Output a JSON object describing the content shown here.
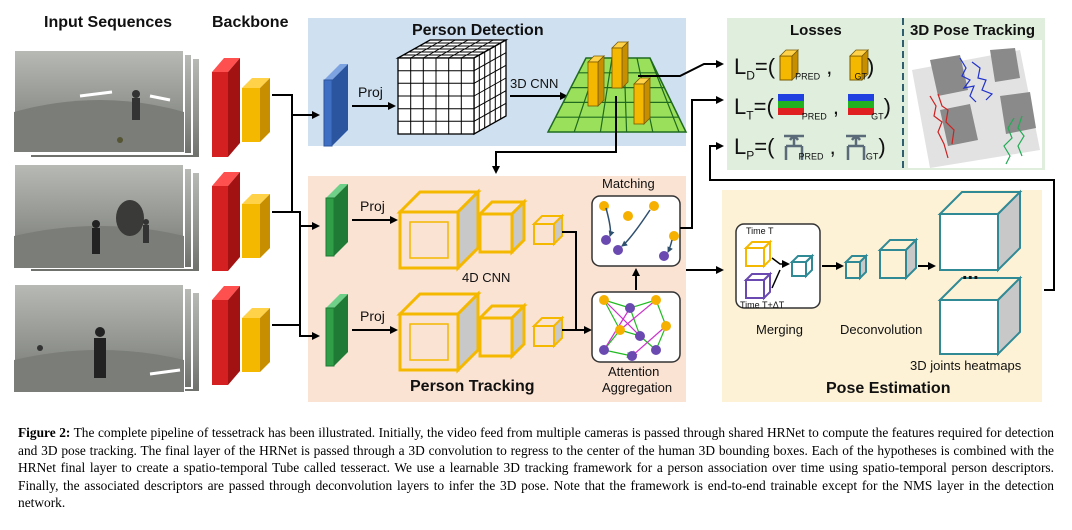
{
  "headers": {
    "input_sequences": "Input Sequences",
    "backbone": "Backbone",
    "person_detection": "Person Detection",
    "losses": "Losses",
    "pose_tracking_3d": "3D Pose Tracking",
    "person_tracking": "Person Tracking",
    "pose_estimation": "Pose Estimation"
  },
  "labels": {
    "proj_detection": "Proj",
    "cnn_3d": "3D CNN",
    "proj_track_top": "Proj",
    "proj_track_bottom": "Proj",
    "cnn_4d": "4D CNN",
    "matching": "Matching",
    "attention_line1": "Attention",
    "attention_line2": "Aggregation",
    "time_t": "Time T",
    "time_t_dt": "Time T+ΔT",
    "merging": "Merging",
    "deconvolution": "Deconvolution",
    "heatmaps": "3D joints heatmaps",
    "ellipsis": "..."
  },
  "losses": {
    "ld": {
      "letter": "L",
      "sub": "D",
      "pred": "PRED",
      "gt": "GT"
    },
    "lt": {
      "letter": "L",
      "sub": "T",
      "pred": "PRED",
      "gt": "GT"
    },
    "lp": {
      "letter": "L",
      "sub": "P",
      "pred": "PRED",
      "gt": "GT"
    }
  },
  "caption": {
    "label": "Figure 2:",
    "text": "The complete pipeline of tessetrack has been illustrated. Initially, the video feed from multiple cameras is passed through shared HRNet to compute the features required for detection and 3D pose tracking. The final layer of the HRNet is passed through a 3D convolution to regress to the center of the human 3D bounding boxes. Each of the hypotheses is combined with the HRNet final layer to create a spatio-temporal Tube called tesseract. We use a learnable 3D tracking framework for a person association over time using spatio-temporal person descriptors. Finally, the associated descriptors are passed through deconvolution layers to infer the 3D pose. Note that the framework is end-to-end trainable except for the NMS layer in the detection network."
  },
  "colors": {
    "detection_bg": "#cfe0f0",
    "tracking_bg": "#fbe3d4",
    "pose_bg": "#fdf2d6",
    "losses_bg": "#dfeedd",
    "backbone_red": "#d42020",
    "backbone_yellow": "#f5b800",
    "proj_blue": "#3f6fc2",
    "proj_green": "#2f9e47",
    "cube_yellow": "#f5b800",
    "cube_teal": "#2f8a96",
    "node_purple": "#6a4ab0",
    "node_orange": "#f5b000"
  }
}
